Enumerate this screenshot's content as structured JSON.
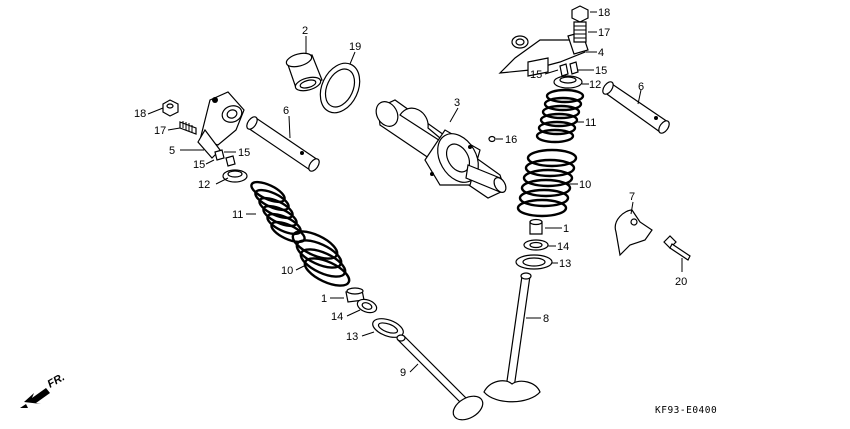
{
  "diagram_code": "KF93-E0400",
  "direction_label": "FR.",
  "callouts": {
    "c1a": "1",
    "c1b": "1",
    "c2": "2",
    "c3": "3",
    "c4": "4",
    "c5": "5",
    "c6a": "6",
    "c6b": "6",
    "c7": "7",
    "c8": "8",
    "c9": "9",
    "c10a": "10",
    "c10b": "10",
    "c11a": "11",
    "c11b": "11",
    "c12a": "12",
    "c12b": "12",
    "c13a": "13",
    "c13b": "13",
    "c14a": "14",
    "c14b": "14",
    "c15a": "15",
    "c15b": "15",
    "c15c": "15",
    "c15d": "15",
    "c16": "16",
    "c17a": "17",
    "c17b": "17",
    "c18a": "18",
    "c18b": "18",
    "c19": "19",
    "c20": "20"
  }
}
